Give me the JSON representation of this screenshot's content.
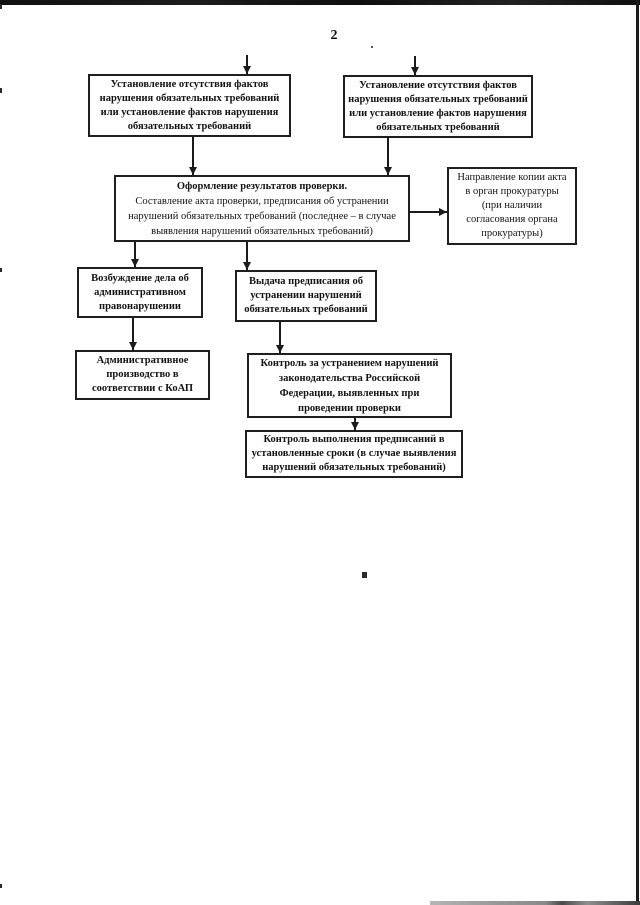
{
  "page": {
    "number": "2"
  },
  "colors": {
    "ink": "#1b1b1b",
    "paper": "#fefefe"
  },
  "flowchart": {
    "establish_left": {
      "text": "Установление отсутствия фактов\nнарушения обязательных требований\nили установление фактов нарушения\nобязательных требований"
    },
    "establish_right": {
      "text": "Установление отсутствия фактов\nнарушения обязательных требований\nили установление фактов нарушения\nобязательных требований"
    },
    "results": {
      "title": "Оформление результатов проверки.",
      "body": "Составление акта проверки, предписания об устранении\nнарушений обязательных требований (последнее – в случае\nвыявления нарушений обязательных требований)"
    },
    "prosecutor": {
      "text": "Направление копии акта\nв орган прокуратуры\n(при наличии\nсогласования органа\nпрокуратуры)"
    },
    "case": {
      "text": "Возбуждение дела об\nадминистративном\nправонарушении"
    },
    "order": {
      "text": "Выдача предписания об\nустранении нарушений\nобязательных требований"
    },
    "admin": {
      "text": "Административное\nпроизводство в\nсоответствии с КоАП"
    },
    "control": {
      "text": "Контроль за устранением нарушений\nзаконодательства Российской\nФедерации, выявленных при\nпроведении проверки"
    },
    "verify": {
      "text": "Контроль выполнения предписаний в\nустановленные сроки (в случае выявления\nнарушений обязательных требований)"
    }
  }
}
